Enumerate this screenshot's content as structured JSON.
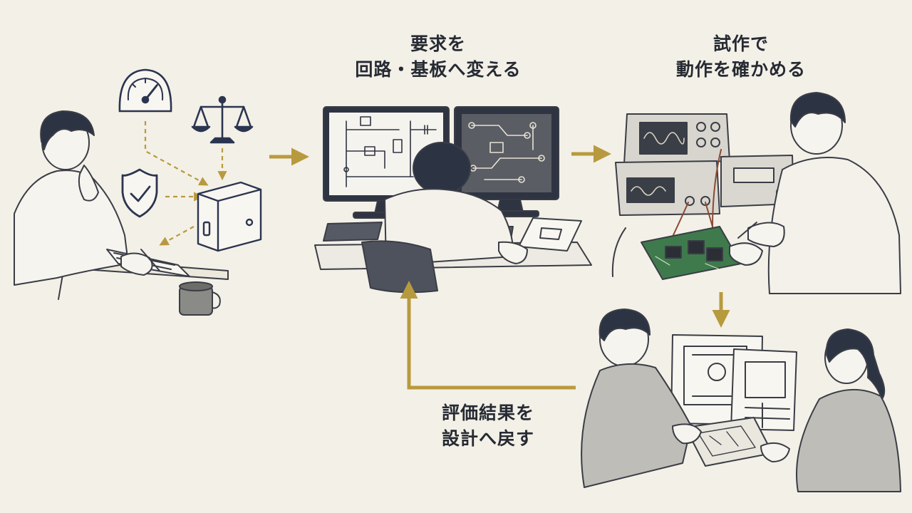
{
  "steps": {
    "design": {
      "line1": "要求を",
      "line2": "回路・基板へ変える"
    },
    "prototype": {
      "line1": "試作で",
      "line2": "動作を確かめる"
    },
    "feedback": {
      "line1": "評価結果を",
      "line2": "設計へ戻す"
    }
  },
  "colors": {
    "background": "#f3f0e7",
    "accent_gold": "#b89a3e",
    "ink_navy": "#2b3550",
    "line": "#3a3d46"
  },
  "icons": [
    "gauge-icon",
    "balance-scale-icon",
    "shield-check-icon",
    "device-box-icon"
  ]
}
